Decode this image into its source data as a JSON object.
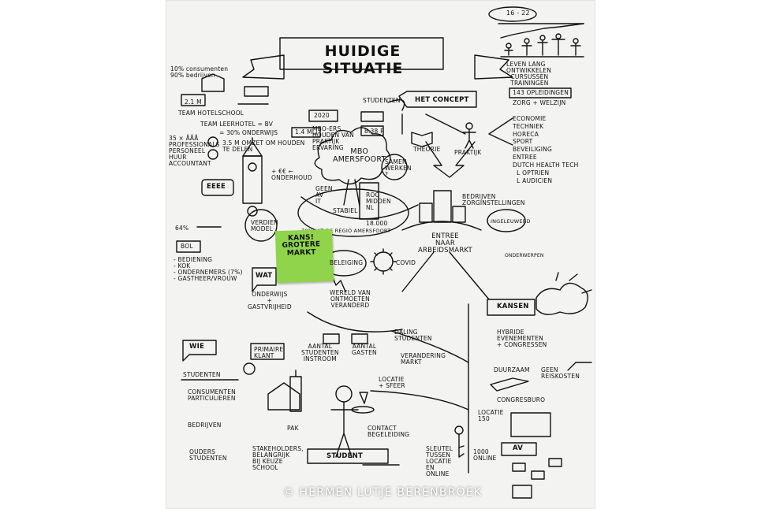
{
  "title": "HUIDIGE SITUATIE",
  "credit": "© HERMEN LUTJE BERENBROEK",
  "timeline": "16 - 22",
  "top_left": {
    "stat1": "10% consumenten\n90% bedrijven",
    "stat2": "2.1 M",
    "team_hotelschool": "TEAM HOTELSCHOOL",
    "team_leerhotel": "TEAM LEERHOTEL = BV",
    "onderwijs": "= 30% ONDERWIJS",
    "onderwijs_badge": "1.4 MLJ",
    "omzet": "3.5 M OMZET OM HOUDEN\nTE DELEN",
    "staff": "35 × ÅÅÅ\nPROFESSIONALS\nPERSONEEL\nHUUR\nACCOUNTANT",
    "eeee": "EEEE",
    "onderhoud": "+ €€ ←\nONDERHOUD",
    "verdien": "VERDIEN\nMODEL",
    "bol_pct": "64%",
    "bol": "BOL",
    "bol_items": "- BEDIENING\n- KOK\n- ONDERNEMERS (7%)\n- GASTHEER/VROUW",
    "wat": "WAT",
    "onderwijs_gast": "ONDERWIJS\n+\nGASTVRIJHEID"
  },
  "center": {
    "year": "2020",
    "studenten": "STUDENTEN",
    "student_count": "8.38 P",
    "mbo_ers": "MBO-ERS\nHOUDEN VAN\nPRAKTIJK\nERVARING",
    "mbo": "MBO\nAMERSFOORT",
    "geen": "GEEN\nAV\nIT",
    "stabiel": "STABIEL",
    "samenwerken": "SAMEN\nWERKEN\n?",
    "roc": "ROC\nMIDDEN\nNL",
    "roc_count": "18.000",
    "regio": "70% UIT DE REGIO AMERSFOORT",
    "sticky": "KANS!\nGROTERE\nMARKT",
    "beleiging": "BELEIGING",
    "covid": "COVID",
    "wereld": "WERELD VAN\nONTMOETEN\nVERANDERD"
  },
  "concept": {
    "label": "HET CONCEPT",
    "theorie": "THEORIE",
    "praktijk": "PRAKTIJK",
    "bedrijven": "BEDRIJVEN\nZORGINSTELLINGEN",
    "entree": "ENTREE\nNAAR\nARBEIDSMARKT",
    "ingeleuwerd": "INGELEUWERD",
    "onderwerpen": "ONDERWERPEN"
  },
  "right": {
    "leven_lang": "LEVEN LANG\nONTWIKKELEN\n- CURSUSSEN\n  TRAININGEN",
    "opleidingen": "143 OPLEIDINGEN",
    "sectors": "ZORG + WELZIJN\n\nECONOMIE\nTECHNIEK\nHORECA\nSPORT\nBEVEILIGING\nENTREE\nDUTCH HEALTH TECH\n  L OPTRIEN\n  L AUDICIEN",
    "kansen": "KANSEN",
    "hybride": "HYBRIDE\nEVENEMENTEN\n+ CONGRESSEN",
    "duurzaam": "DUURZAAM",
    "geen_reis": "GEEN\nREISKOSTEN",
    "congresburo": "CONGRESBURO",
    "locatie": "LOCATIE\n150",
    "av": "AV",
    "online": "1000\nONLINE",
    "sleutel": "SLEUTEL\nTUSSEN\nLOCATIE\nEN\nONLINE"
  },
  "bottom": {
    "wie": "WIE",
    "primaire": "PRIMAIRE\nKLANT",
    "aantal_studenten": "AANTAL\nSTUDENTEN\nINSTROOM",
    "aantal_gasten": "AANTAL\nGASTEN",
    "daling": "DALING\nSTUDENTEN",
    "verandering": "VERANDERING\nMARKT",
    "studenten": "STUDENTEN",
    "consumenten": "CONSUMENTEN\nPARTICULIEREN",
    "bedrijven": "BEDRIJVEN",
    "ouders": "OUDERS\nSTUDENTEN",
    "stakeholders": "STAKEHOLDERS,\nBELANGRIJK\nBIJ KEUZE\nSCHOOL",
    "locatie_sfeer": "LOCATIE\n+ SFEER",
    "pak": "PAK",
    "contact": "CONTACT\nBEGELEIDING",
    "student": "STUDENT"
  }
}
